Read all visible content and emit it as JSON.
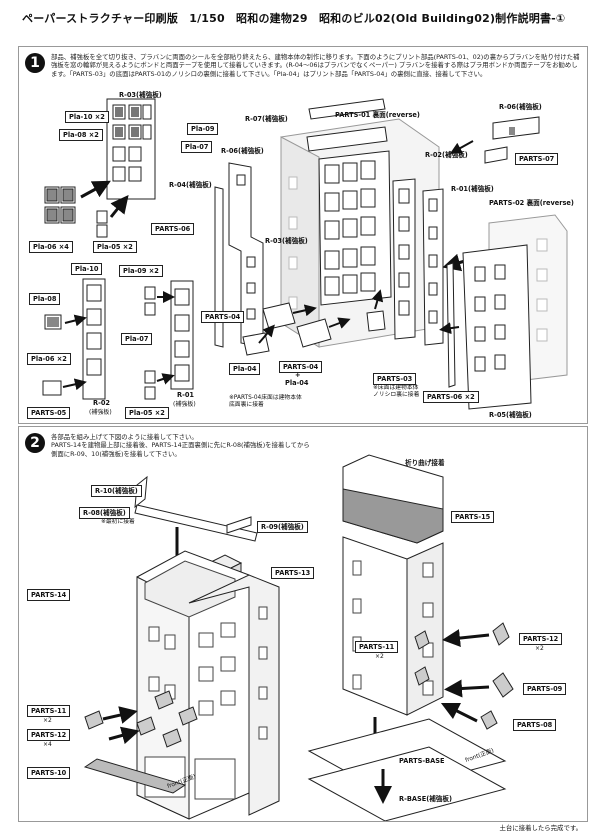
{
  "title": "ペーパーストラクチャー印刷版　1/150　昭和の建物29　昭和のビル02(Old Building02)制作説明書-①",
  "step1": {
    "number": "1",
    "instruction": "部品、補強板を全て切り抜き、プラバンに両面のシールを全部貼り終えたら、建物本体の制作に移ります。下面のようにプリント部品(PARTS-01、02)の裏からプラバンを貼り付けた補強板を窓の輪郭が見えるようにボンドと両面テープを使用して接着していきます。(R-04〜06はプラバンでなくペーパー) プラバンを接着する際はプラ用ボンドか両面テープをお勧めします。「PARTS-03」の底面はPARTS-01のノリシロの裏側に接着して下さい。「Pla-04」はプリント部品「PARTS-04」の裏側に直接、接着して下さい。",
    "labels": {
      "r03": "R-03(補強板)",
      "pla10x2": "Pla-10 ×2",
      "pla08x2": "Pla-08 ×2",
      "pla09": "Pla-09",
      "pla07": "Pla-07",
      "r07": "R-07(補強板)",
      "parts01": "PARTS-01 裏面(reverse)",
      "r06a": "R-06(補強板)",
      "parts07": "PARTS-07",
      "r06b": "R-06(補強板)",
      "r02": "R-02(補強板)",
      "r01a": "R-01(補強板)",
      "r04": "R-04(補強板)",
      "parts02": "PARTS-02 裏面(reverse)",
      "parts06": "PARTS-06",
      "r03b": "R-03(補強板)",
      "pla06x4": "Pla-06 ×4",
      "pla05x2a": "Pla-05 ×2",
      "pla10": "Pla-10",
      "pla09x2": "Pla-09 ×2",
      "pla08": "Pla-08",
      "pla07b": "Pla-07",
      "parts04": "PARTS-04",
      "pla06x2": "Pla-06 ×2",
      "pla04": "Pla-04",
      "parts04pla": "PARTS-04",
      "plus": "+",
      "pla04b": "Pla-04",
      "parts03": "PARTS-03",
      "r02b": "R-02",
      "r02b_sub": "(補強板)",
      "r01b": "R-01",
      "r01b_sub": "(補強板)",
      "parts05": "PARTS-05",
      "pla05x2b": "Pla-05 ×2",
      "parts06x2": "PARTS-06 ×2",
      "r05": "R-05(補強板)"
    },
    "notes": {
      "parts03_note": "※床面は建物本体\nノリシロ裏に接着",
      "parts04_note": "※PARTS-04床面は建物本体\n底面裏に接着"
    }
  },
  "step2": {
    "number": "2",
    "instruction": "各部品を組み上げて下図のように接着して下さい。\nPARTS-14を建物最上部に接着後、PARTS-14正面裏側に先にR-08(補強板)を接着してから\n側面にR-09、10(補強板)を接着して下さい。",
    "labels": {
      "r10": "R-10(補強板)",
      "r08": "R-08(補強板)",
      "r08_note": "※最初に接着",
      "r09": "R-09(補強板)",
      "parts13": "PARTS-13",
      "parts14": "PARTS-14",
      "fold": "折り曲げ接着",
      "parts15": "PARTS-15",
      "parts11x2a": "PARTS-11",
      "parts11x2a_sub": "×2",
      "parts12x4": "PARTS-12",
      "parts12x4_sub": "×4",
      "parts10": "PARTS-10",
      "parts11x2b": "PARTS-11",
      "parts11x2b_sub": "×2",
      "parts12x2": "PARTS-12",
      "parts12x2_sub": "×2",
      "parts09": "PARTS-09",
      "parts08": "PARTS-08",
      "partsbase": "PARTS-BASE",
      "rbase": "R-BASE(補強板)",
      "front1": "front(正面)",
      "front2": "front(正面)"
    }
  },
  "footer": "土台に接着したら完成です。"
}
